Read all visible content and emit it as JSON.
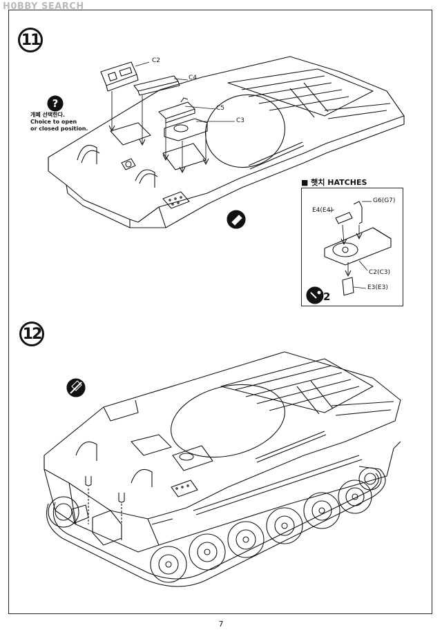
{
  "watermark": "H0BBY SEARCH",
  "steps": [
    {
      "number": "11"
    },
    {
      "number": "12"
    }
  ],
  "step11": {
    "parts": {
      "c2": "C2",
      "c4": "C4",
      "c5": "C5",
      "c3": "C3"
    },
    "option": {
      "korean": "개폐 선택한다.",
      "english_line1": "Choice to open",
      "english_line2": "or closed position."
    }
  },
  "hatches": {
    "title": "■ 햇치 HATCHES",
    "parts": {
      "e4": "E4(E4)",
      "g6": "G6(G7)",
      "c2": "C2(C3)",
      "e3": "E3(E3)"
    },
    "quantity": "2"
  },
  "page_number": "7"
}
